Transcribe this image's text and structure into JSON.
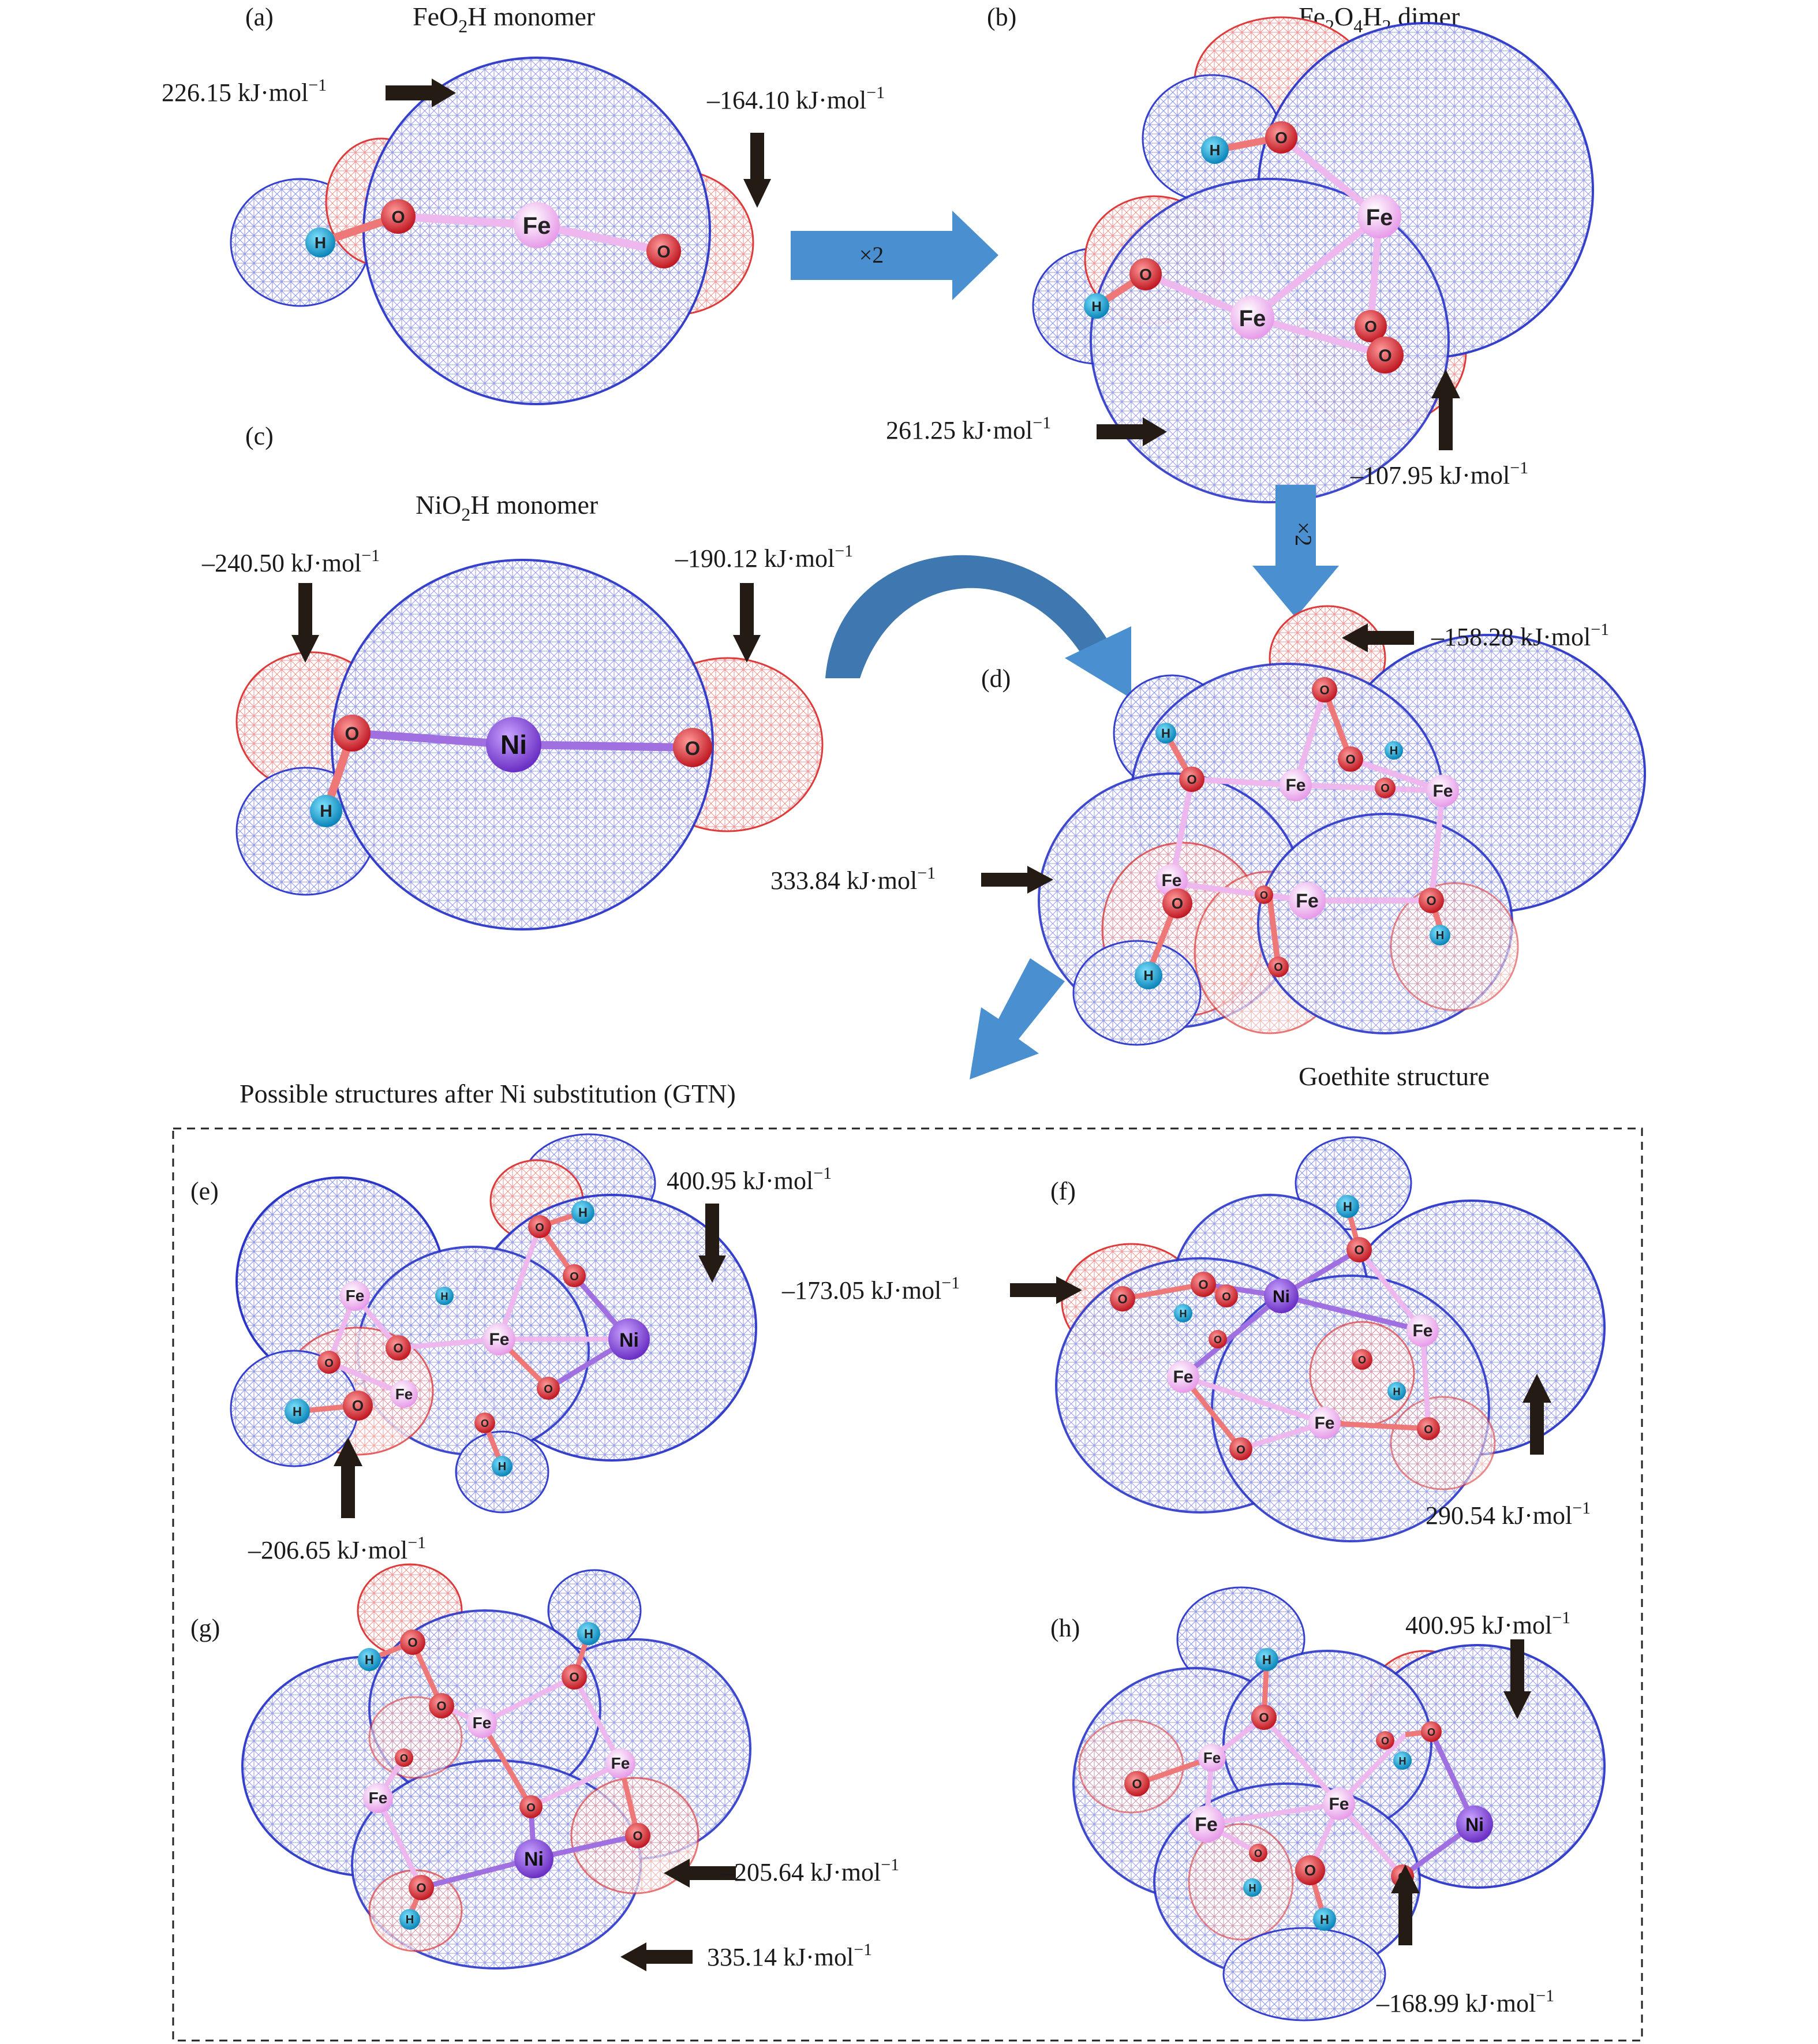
{
  "panels": {
    "a": {
      "letter": "(a)",
      "title_main": "FeO",
      "title_sub": "2",
      "title_rest": "H monomer",
      "energies": {
        "e1": "226.15 kJ·mol",
        "e1_sup": "−1",
        "e2": "–164.10 kJ·mol",
        "e2_sup": "−1"
      }
    },
    "b": {
      "letter": "(b)",
      "t1": "Fe",
      "s1": "2",
      "t2": "O",
      "s2": "4",
      "t3": "H",
      "s3": "2",
      "t4": " dimer",
      "energies": {
        "e1": "261.25 kJ·mol",
        "e1_sup": "−1",
        "e2": "–107.95 kJ·mol",
        "e2_sup": "−1"
      }
    },
    "c": {
      "letter": "(c)",
      "title_main": "NiO",
      "title_sub": "2",
      "title_rest": "H monomer",
      "energies": {
        "e1": "–240.50 kJ·mol",
        "e1_sup": "−1",
        "e2": "–190.12 kJ·mol",
        "e2_sup": "−1"
      }
    },
    "d": {
      "letter": "(d)",
      "caption": "Goethite structure",
      "energies": {
        "e1": "–158.28 kJ·mol",
        "e1_sup": "−1",
        "e2": "333.84 kJ·mol",
        "e2_sup": "−1"
      }
    },
    "e": {
      "letter": "(e)",
      "energies": {
        "e1": "400.95 kJ·mol",
        "e1_sup": "−1",
        "e2": "–206.65 kJ·mol",
        "e2_sup": "−1"
      }
    },
    "f": {
      "letter": "(f)",
      "energies": {
        "e1": "–173.05 kJ·mol",
        "e1_sup": "−1",
        "e2": "290.54 kJ·mol",
        "e2_sup": "−1"
      }
    },
    "g": {
      "letter": "(g)",
      "energies": {
        "e1": "–205.64 kJ·mol",
        "e1_sup": "−1",
        "e2": "335.14 kJ·mol",
        "e2_sup": "−1"
      }
    },
    "h": {
      "letter": "(h)",
      "energies": {
        "e1": "400.95 kJ·mol",
        "e1_sup": "−1",
        "e2": "–168.99 kJ·mol",
        "e2_sup": "−1"
      }
    }
  },
  "arrows": {
    "times2_a": "×2",
    "times2_b": "×2"
  },
  "section_title": "Possible structures after Ni substitution (GTN)",
  "atoms": {
    "fe": "Fe",
    "ni": "Ni",
    "o": "O",
    "h": "H"
  },
  "colors": {
    "shell_blue": "#2b36c9",
    "shell_red": "#d93b3b",
    "fe_atom": "#f2b9f2",
    "ni_atom": "#8a4fd8",
    "o_atom": "#e0303a",
    "h_atom": "#1aa7d6",
    "flow_arrow": "#4a90d0",
    "pointer_arrow": "#241b14"
  }
}
